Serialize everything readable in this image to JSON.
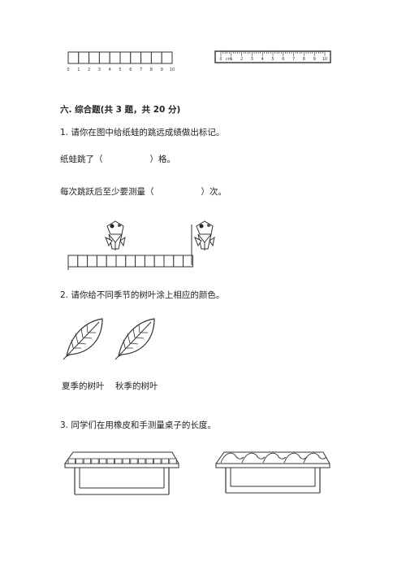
{
  "section_heading": "六. 综合题(共 3 题，共 20 分)",
  "q1": {
    "text": "1. 请你在图中给纸蛙的跳远成绩做出标记。",
    "blank1_before": "纸蛙跳了（",
    "blank1_after": "）格。",
    "blank2_before": "每次跳跃后至少要测量（",
    "blank2_after": "）次。"
  },
  "q2": {
    "text": "2. 请你给不同季节的树叶涂上相应的颜色。",
    "summer_label": "夏季的树叶",
    "autumn_label": "秋季的树叶"
  },
  "q3": {
    "text": "3. 同学们在用橡皮和手测量桌子的长度。"
  },
  "top_grid_ticks": [
    "0",
    "1",
    "2",
    "3",
    "4",
    "5",
    "6",
    "7",
    "8",
    "9",
    "10"
  ],
  "ruler_ticks": [
    "0",
    "1",
    "2",
    "3",
    "4",
    "5",
    "6",
    "7",
    "8",
    "9",
    "10"
  ],
  "ruler_unit": "cm"
}
